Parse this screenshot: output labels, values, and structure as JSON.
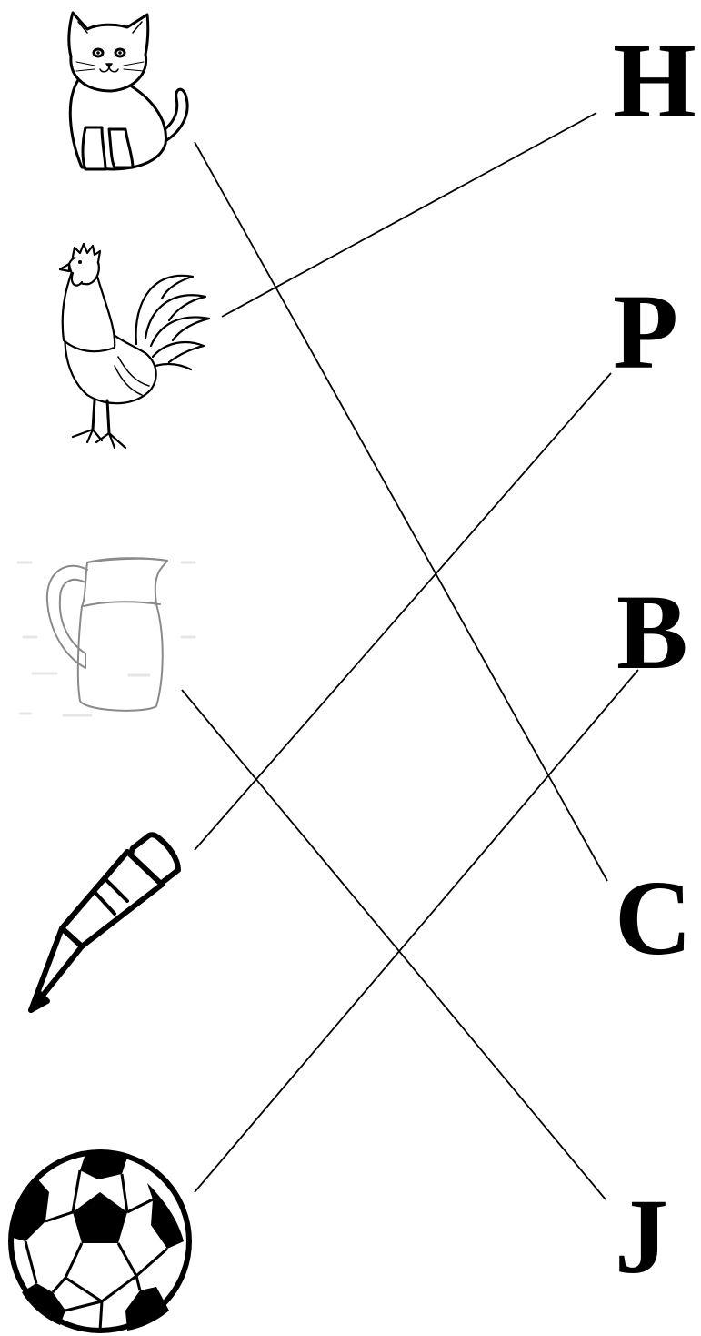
{
  "title": "",
  "pictures": [
    {
      "id": "cat",
      "icon": "cat-icon"
    },
    {
      "id": "rooster",
      "icon": "rooster-icon"
    },
    {
      "id": "jug",
      "icon": "jug-icon"
    },
    {
      "id": "pencil",
      "icon": "pencil-icon"
    },
    {
      "id": "ball",
      "icon": "soccer-ball-icon"
    }
  ],
  "letters": [
    "H",
    "P",
    "B",
    "C",
    "J"
  ],
  "matches": [
    {
      "picture": "cat",
      "letter": "C"
    },
    {
      "picture": "rooster",
      "letter": "H"
    },
    {
      "picture": "jug",
      "letter": "J"
    },
    {
      "picture": "pencil",
      "letter": "P"
    },
    {
      "picture": "ball",
      "letter": "B"
    }
  ],
  "colors": {
    "ink": "#000000",
    "background": "#ffffff",
    "jug_outline": "#8a8a8a"
  }
}
